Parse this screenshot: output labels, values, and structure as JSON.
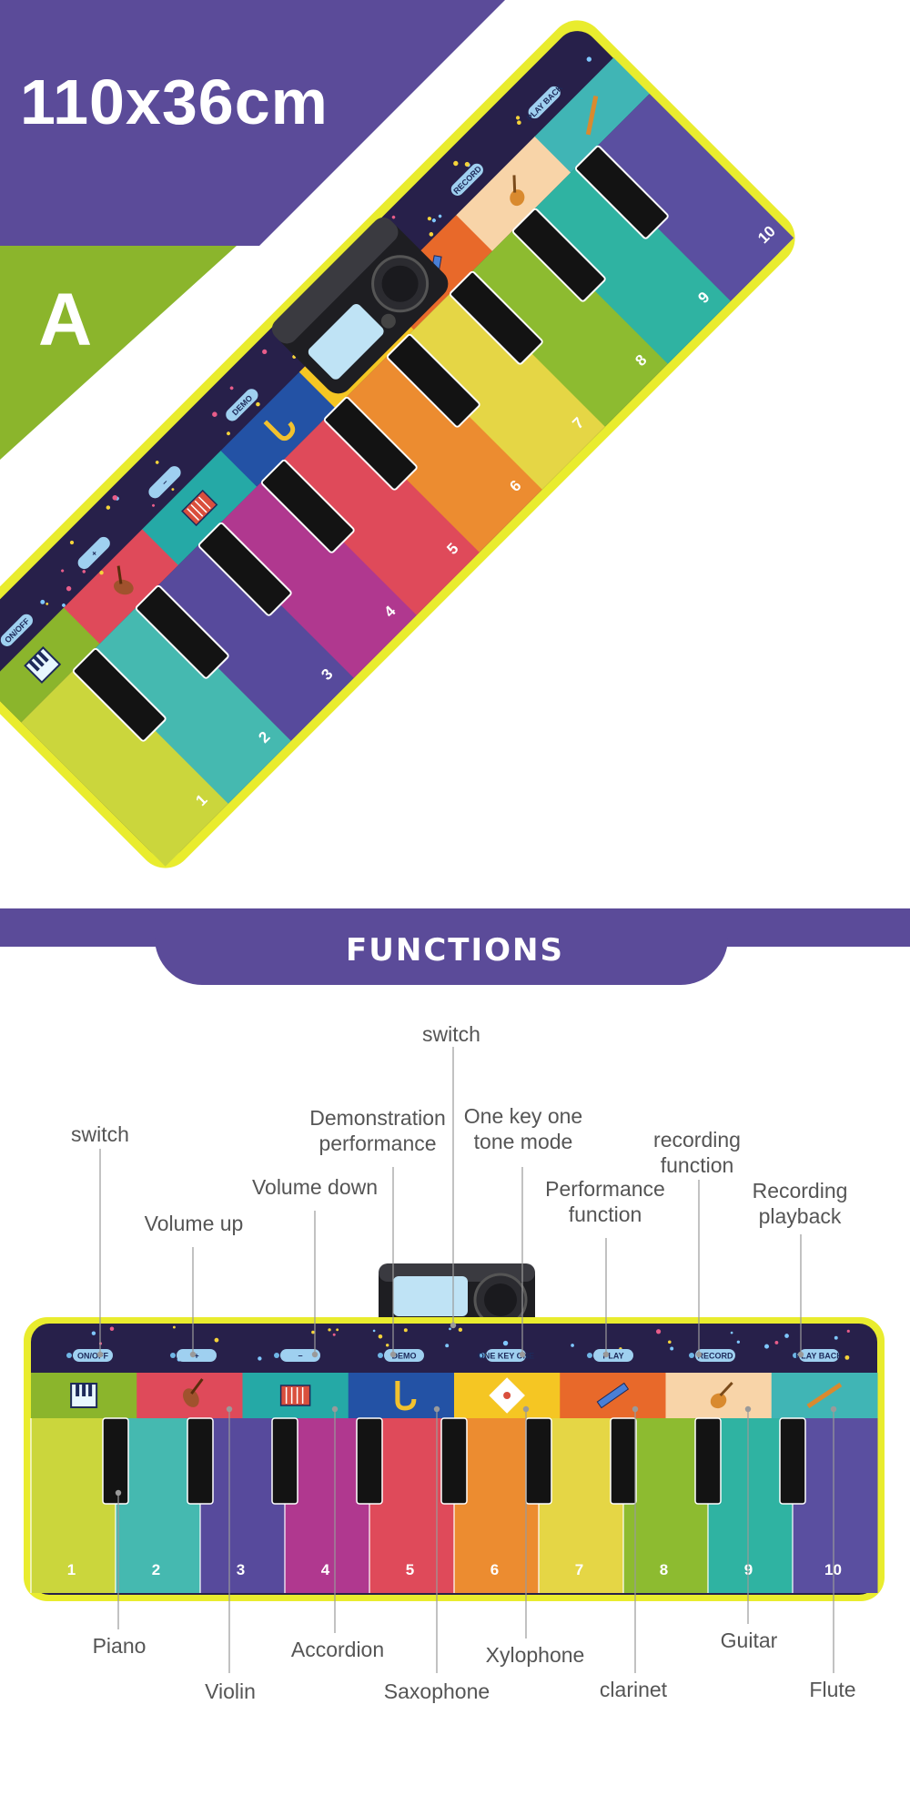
{
  "header": {
    "size_title": "110x36cm",
    "variant_letter": "A",
    "accent_purple": "#5b4b99",
    "accent_green": "#8bb52c"
  },
  "mat": {
    "controls": [
      "ON/OFF",
      "+",
      "−",
      "DEMO",
      "ONE KEY ONE NOTE",
      "PLAY",
      "RECORD",
      "PLAY BACK"
    ],
    "key_numbers": [
      "1",
      "2",
      "3",
      "4",
      "5",
      "6",
      "7",
      "8",
      "9",
      "10"
    ],
    "key_colors": [
      "#cbd63c",
      "#45b9b0",
      "#574a9c",
      "#b0388f",
      "#df4a5a",
      "#ec8c30",
      "#e5d645",
      "#8dbb30",
      "#2fb3a2",
      "#5a4fa0"
    ],
    "instrument_colors": [
      "#8bb52c",
      "#df4a5a",
      "#25a9a6",
      "#2352a5",
      "#f5c623",
      "#e8692a",
      "#f8d4a8",
      "#40b5b5"
    ],
    "instrument_icons": [
      "piano-icon",
      "violin-icon",
      "accordion-icon",
      "saxophone-icon",
      "xylophone-icon",
      "clarinet-icon",
      "guitar-icon",
      "flute-icon"
    ],
    "border_color": "#e9ec2e",
    "panel_color": "#272042"
  },
  "functions": {
    "title": "FUNCTIONS",
    "callouts": {
      "switch_top": "switch",
      "switch_left": "switch",
      "volume_up": "Volume up",
      "volume_down": "Volume down",
      "demonstration": [
        "Demonstration",
        "performance"
      ],
      "one_key": [
        "One key one",
        "tone mode"
      ],
      "performance": [
        "Performance",
        "function"
      ],
      "recording": [
        "recording",
        "function"
      ],
      "playback": [
        "Recording",
        "playback"
      ],
      "piano": "Piano",
      "violin": "Violin",
      "accordion": "Accordion",
      "saxophone": "Saxophone",
      "xylophone": "Xylophone",
      "clarinet": "clarinet",
      "guitar": "Guitar",
      "flute": "Flute"
    }
  }
}
